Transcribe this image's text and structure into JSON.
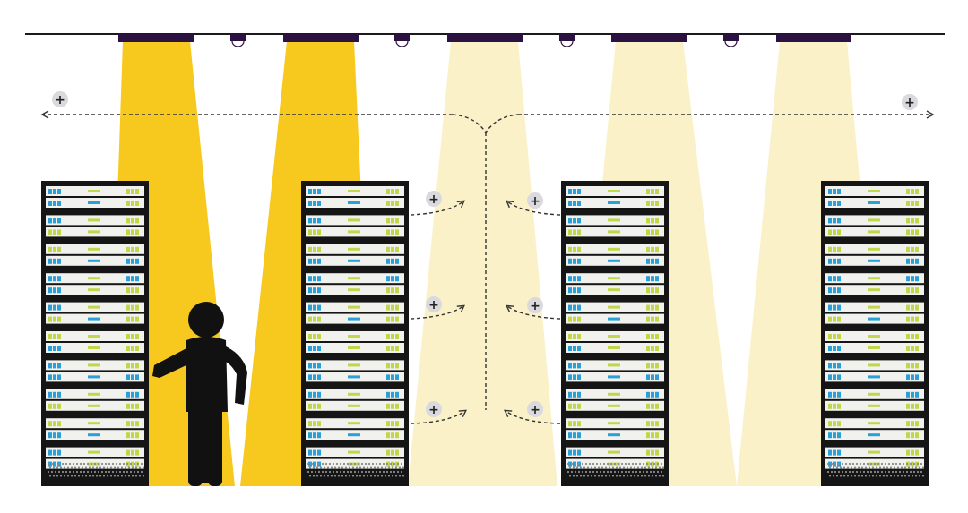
{
  "colors": {
    "background": "#ffffff",
    "ceiling_line": "#1a1a1a",
    "light_fixture": "#2b1240",
    "beam_bright": "#f7c91e",
    "beam_dim": "#fbf1c8",
    "rack_body": "#151515",
    "server_face": "#f1f1ee",
    "led_blue": "#2a9fd8",
    "led_green": "#c3d64a",
    "vent_dot": "#8a8a8a",
    "badge_fill": "#d9d9de",
    "badge_text": "#222222",
    "person": "#111111",
    "airflow": "#333333"
  },
  "diagram": {
    "light_fixtures": [
      {
        "name": "fixture-1",
        "state": "on"
      },
      {
        "name": "fixture-2",
        "state": "on"
      },
      {
        "name": "fixture-3",
        "state": "dim"
      },
      {
        "name": "fixture-4",
        "state": "dim"
      },
      {
        "name": "fixture-5",
        "state": "dim"
      }
    ],
    "sensors": [
      "sensor-1",
      "sensor-2",
      "sensor-3",
      "sensor-4"
    ],
    "racks": [
      {
        "name": "rack-1",
        "units": 10
      },
      {
        "name": "rack-2",
        "units": 10
      },
      {
        "name": "rack-3",
        "units": 10
      },
      {
        "name": "rack-4",
        "units": 10
      }
    ],
    "badges": [
      "+",
      "+",
      "+",
      "+",
      "+",
      "+",
      "+",
      "+"
    ],
    "person": "person-icon"
  }
}
